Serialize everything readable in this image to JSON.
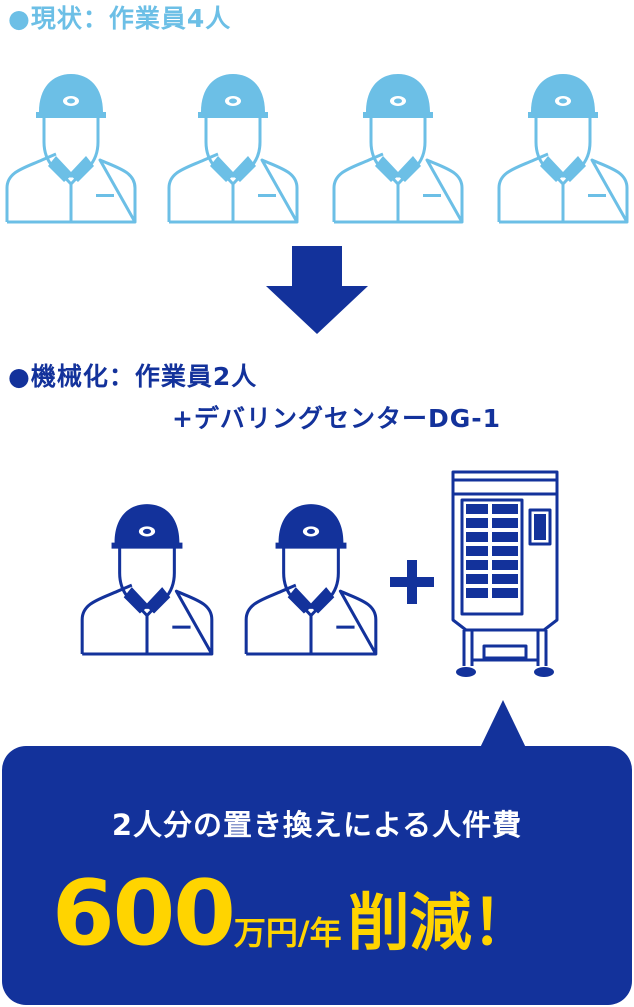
{
  "before": {
    "heading": "●現状：作業員4人",
    "worker_color": "#6cbfe6",
    "worker_count": 4
  },
  "after": {
    "heading_line1": "●機械化：作業員2人",
    "heading_line2": "+デバリングセンターDG-1",
    "worker_color": "#13329b",
    "worker_count": 2,
    "plus": "+"
  },
  "callout": {
    "text": "2人分の置き換えによる人件費",
    "amount": "600",
    "unit": "万円/年",
    "cut": "削減！"
  },
  "colors": {
    "light_blue": "#6cbfe6",
    "navy": "#13329b",
    "yellow": "#ffd400"
  },
  "icons": [
    "worker-icon",
    "down-arrow-icon",
    "plus-icon",
    "deburring-machine-icon"
  ]
}
